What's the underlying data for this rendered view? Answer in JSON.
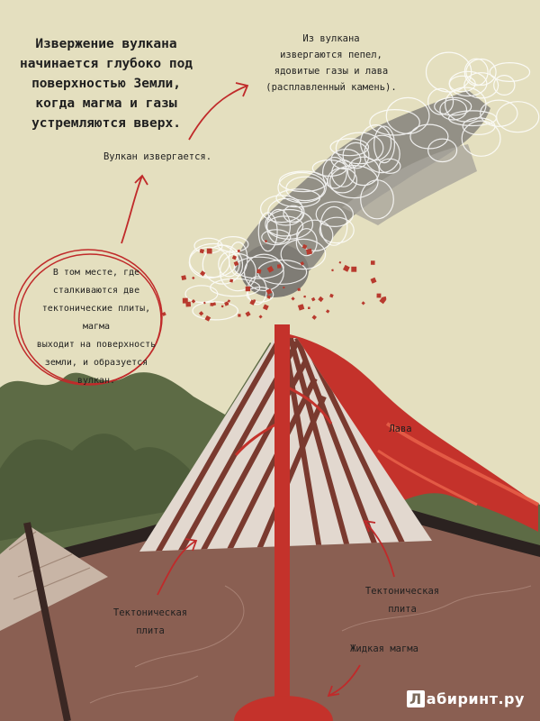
{
  "texts": {
    "title": "Извержение вулкана\nначинается глубоко под\nповерхностью Земли,\nкогда магма и газы\nустремляются вверх.",
    "volcano_erupts": "Вулкан извергается.",
    "ash_gases_lava": "Из вулкана\nизвергаются пепел,\nядовитые газы и лава\n(расплавленный камень).",
    "plates_meet": "В том месте, где\nсталкиваются две\nтектонические плиты, магма\nвыходит на поверхность\nземли, и образуется вулкан.",
    "lava": "Лава",
    "tectonic_plate_right": "Тектоническая\nплита",
    "tectonic_plate_left": "Тектоническая\nплита",
    "liquid_magma": "Жидкая магма"
  },
  "watermark": {
    "mark": "Л",
    "text": "абиринт.ру"
  },
  "colors": {
    "background": "#e4dfbf",
    "hills": "#5d6b45",
    "mantle": "#8a5f52",
    "crust_line": "#2b2220",
    "volcano_light": "#e2d8cf",
    "volcano_stripe": "#7a3a2f",
    "magma": "#c4322b",
    "smoke": "#8a8780",
    "arrow": "#c02a2a"
  }
}
